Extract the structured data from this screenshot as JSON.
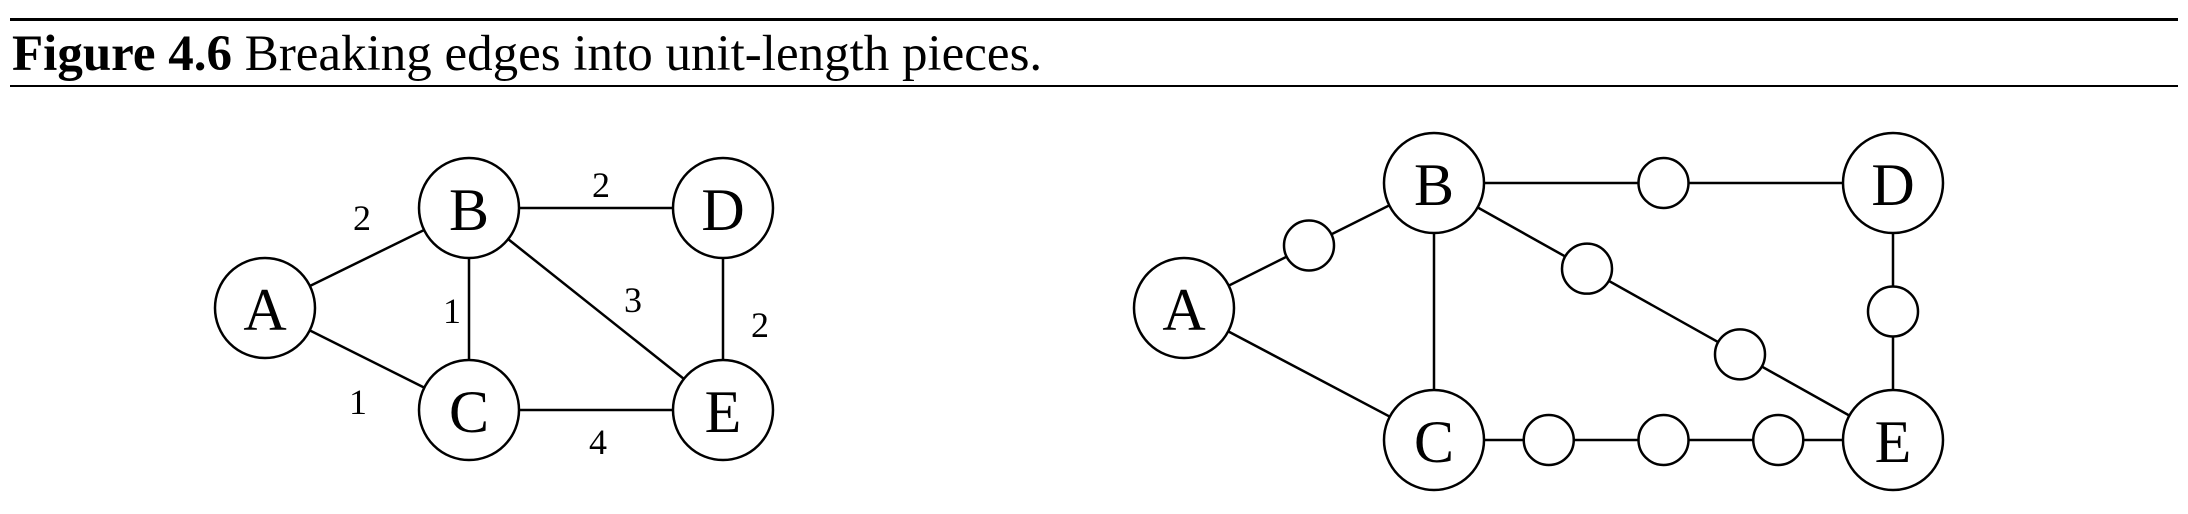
{
  "caption": {
    "label": "Figure 4.6",
    "text": "Breaking edges into unit-length pieces."
  },
  "left_graph": {
    "nodes": [
      "A",
      "B",
      "C",
      "D",
      "E"
    ],
    "edges": [
      {
        "from": "A",
        "to": "B",
        "weight": "2"
      },
      {
        "from": "A",
        "to": "C",
        "weight": "1"
      },
      {
        "from": "B",
        "to": "C",
        "weight": "1"
      },
      {
        "from": "B",
        "to": "D",
        "weight": "2"
      },
      {
        "from": "B",
        "to": "E",
        "weight": "3"
      },
      {
        "from": "C",
        "to": "E",
        "weight": "4"
      },
      {
        "from": "D",
        "to": "E",
        "weight": "2"
      }
    ]
  },
  "right_graph": {
    "nodes": [
      "A",
      "B",
      "C",
      "D",
      "E"
    ],
    "edges": [
      {
        "from": "A",
        "to": "B",
        "intermediate_nodes": 1
      },
      {
        "from": "A",
        "to": "C",
        "intermediate_nodes": 0
      },
      {
        "from": "B",
        "to": "C",
        "intermediate_nodes": 0
      },
      {
        "from": "B",
        "to": "D",
        "intermediate_nodes": 1
      },
      {
        "from": "B",
        "to": "E",
        "intermediate_nodes": 2
      },
      {
        "from": "C",
        "to": "E",
        "intermediate_nodes": 3
      },
      {
        "from": "D",
        "to": "E",
        "intermediate_nodes": 1
      }
    ]
  }
}
